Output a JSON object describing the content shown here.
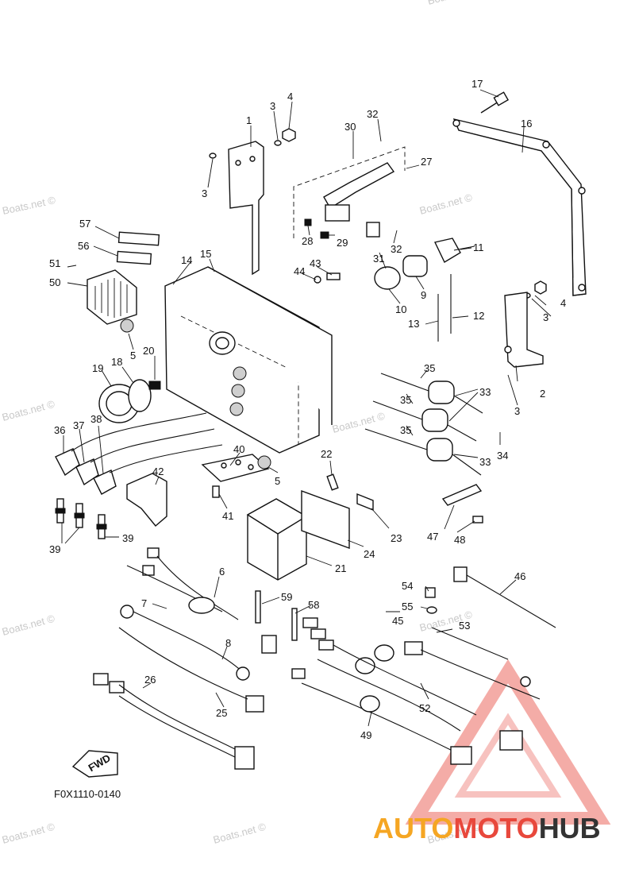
{
  "watermark": "Boats.net ©",
  "reference_code": "F0X1110-0140",
  "direction_label": "FWD",
  "logo": {
    "part1": "AUTO",
    "part2": "MOTO",
    "part3": "HUB",
    "color1": "#f5a623",
    "color2": "#e8483c",
    "color3": "#333333"
  },
  "callouts": [
    "1",
    "2",
    "3",
    "4",
    "5",
    "6",
    "7",
    "8",
    "9",
    "10",
    "11",
    "12",
    "13",
    "14",
    "15",
    "16",
    "17",
    "18",
    "19",
    "20",
    "21",
    "22",
    "23",
    "24",
    "25",
    "26",
    "27",
    "28",
    "29",
    "30",
    "31",
    "32",
    "33",
    "34",
    "35",
    "36",
    "37",
    "38",
    "39",
    "40",
    "41",
    "42",
    "43",
    "44",
    "45",
    "46",
    "47",
    "48",
    "49",
    "50",
    "51",
    "52",
    "53",
    "54",
    "55",
    "56",
    "57",
    "58",
    "59"
  ]
}
